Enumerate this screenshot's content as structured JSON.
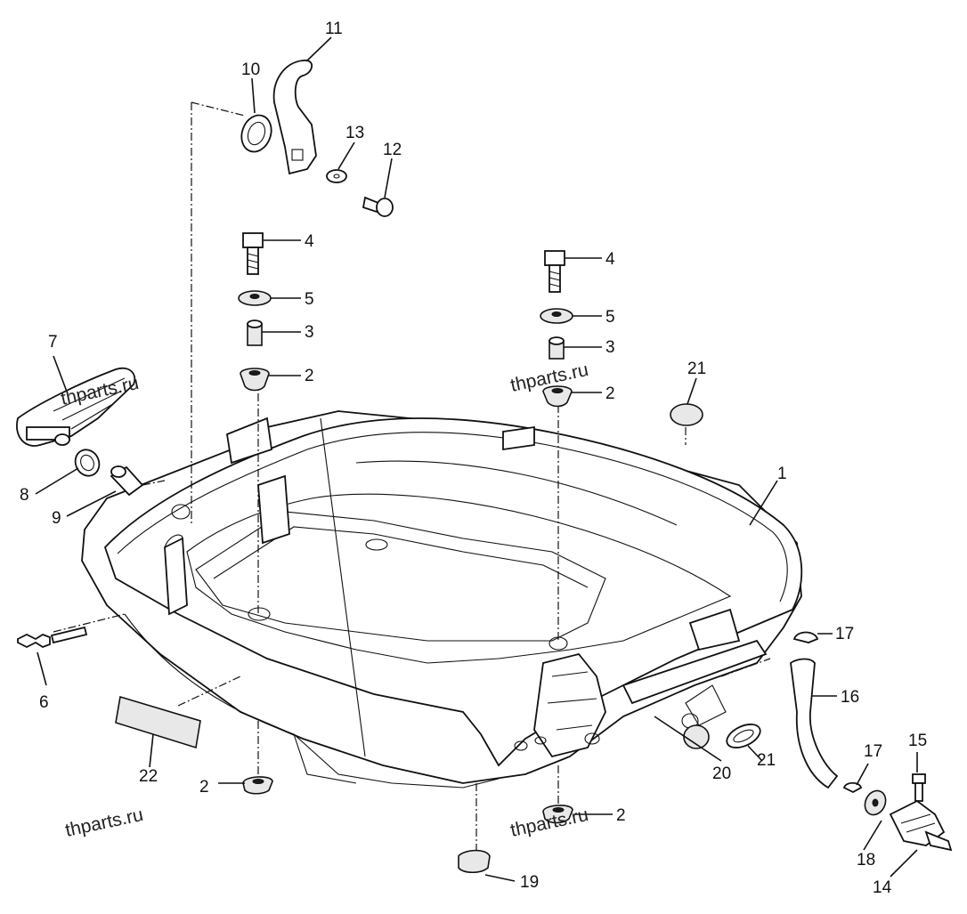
{
  "callouts": {
    "c1": "1",
    "c2a": "2",
    "c2b": "2",
    "c2c": "2",
    "c2d": "2",
    "c3a": "3",
    "c3b": "3",
    "c4a": "4",
    "c4b": "4",
    "c5a": "5",
    "c5b": "5",
    "c6": "6",
    "c7": "7",
    "c8": "8",
    "c9": "9",
    "c10": "10",
    "c11": "11",
    "c12": "12",
    "c13": "13",
    "c14": "14",
    "c15": "15",
    "c16": "16",
    "c17a": "17",
    "c17b": "17",
    "c18": "18",
    "c19": "19",
    "c20": "20",
    "c21a": "21",
    "c21b": "21",
    "c22": "22"
  },
  "watermarks": {
    "w1": "thparts.ru",
    "w2": "thparts.ru",
    "w3": "thparts.ru",
    "w4": "thparts.ru"
  }
}
